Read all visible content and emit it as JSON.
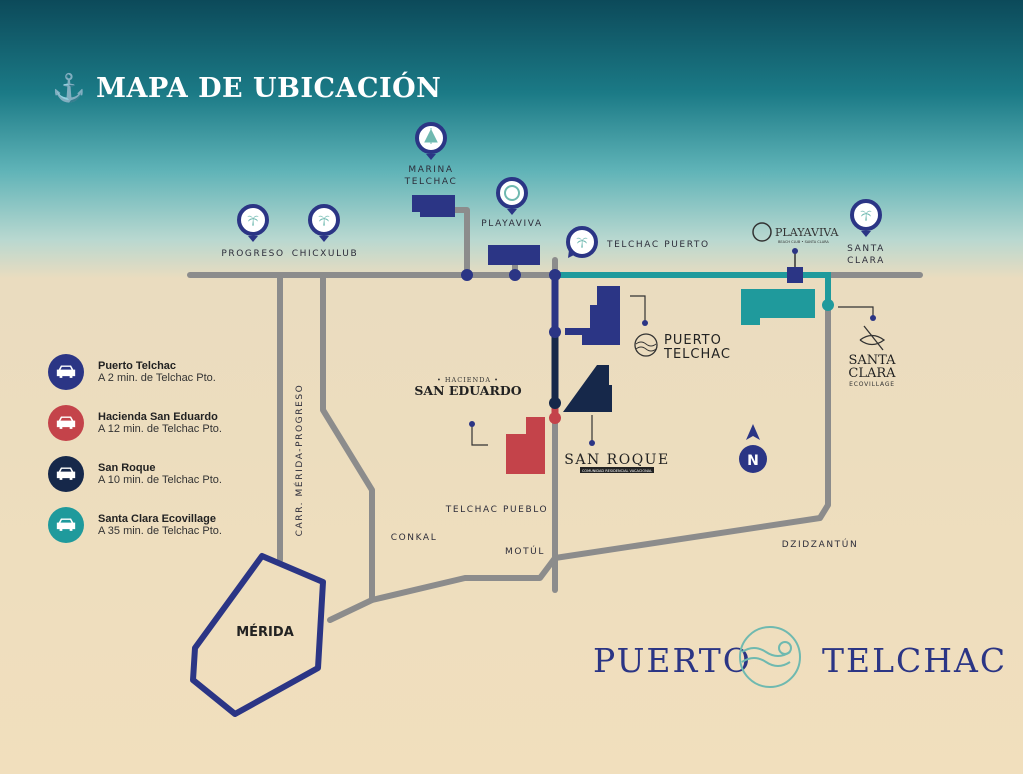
{
  "title": "MAPA DE UBICACIÓN",
  "colors": {
    "puerto_telchac": "#2b3585",
    "hacienda": "#c4434a",
    "san_roque": "#16284a",
    "santa_clara": "#1f9a9c",
    "road": "#8c8c8c"
  },
  "places": {
    "marina": [
      "MARINA",
      "TELCHAC"
    ],
    "playaviva": "PLAYAVIVA",
    "progreso": "PROGRESO",
    "chicxulub": "CHICXULUB",
    "telchac_puerto": "TELCHAC PUERTO",
    "santa_clara": [
      "SANTA",
      "CLARA"
    ],
    "playaviva_logo": "PLAYAVIVA",
    "playaviva_sub": "BEACH CLUB • SANTA CLARA",
    "road_name": "CARR. MÉRIDA-PROGRESO",
    "telchac_pueblo": "TELCHAC PUEBLO",
    "conkal": "CONKAL",
    "motul": "MOTÚL",
    "dzidzantun": "DZIDZANTÚN",
    "merida": "MÉRIDA",
    "north": "N"
  },
  "developments": {
    "puerto_telchac": [
      "PUERTO",
      "TELCHAC"
    ],
    "hacienda": [
      "• HACIENDA •",
      "SAN EDUARDO"
    ],
    "san_roque": "SAN ROQUE",
    "san_roque_sub": "COMUNIDAD RESIDENCIAL VACACIONAL",
    "santa_clara": [
      "SANTA",
      "CLARA",
      "ECOVILLAGE"
    ]
  },
  "legend": [
    {
      "name": "Puerto Telchac",
      "time": "A 2 min. de Telchac Pto.",
      "color": "#2b3585"
    },
    {
      "name": "Hacienda San Eduardo",
      "time": "A 12 min. de Telchac Pto.",
      "color": "#c4434a"
    },
    {
      "name": "San Roque",
      "time": "A 10 min. de Telchac Pto.",
      "color": "#16284a"
    },
    {
      "name": "Santa Clara Ecovillage",
      "time": "A 35 min. de Telchac Pto.",
      "color": "#1f9a9c"
    }
  ],
  "brand": [
    "PUERTO",
    "TELCHAC"
  ]
}
